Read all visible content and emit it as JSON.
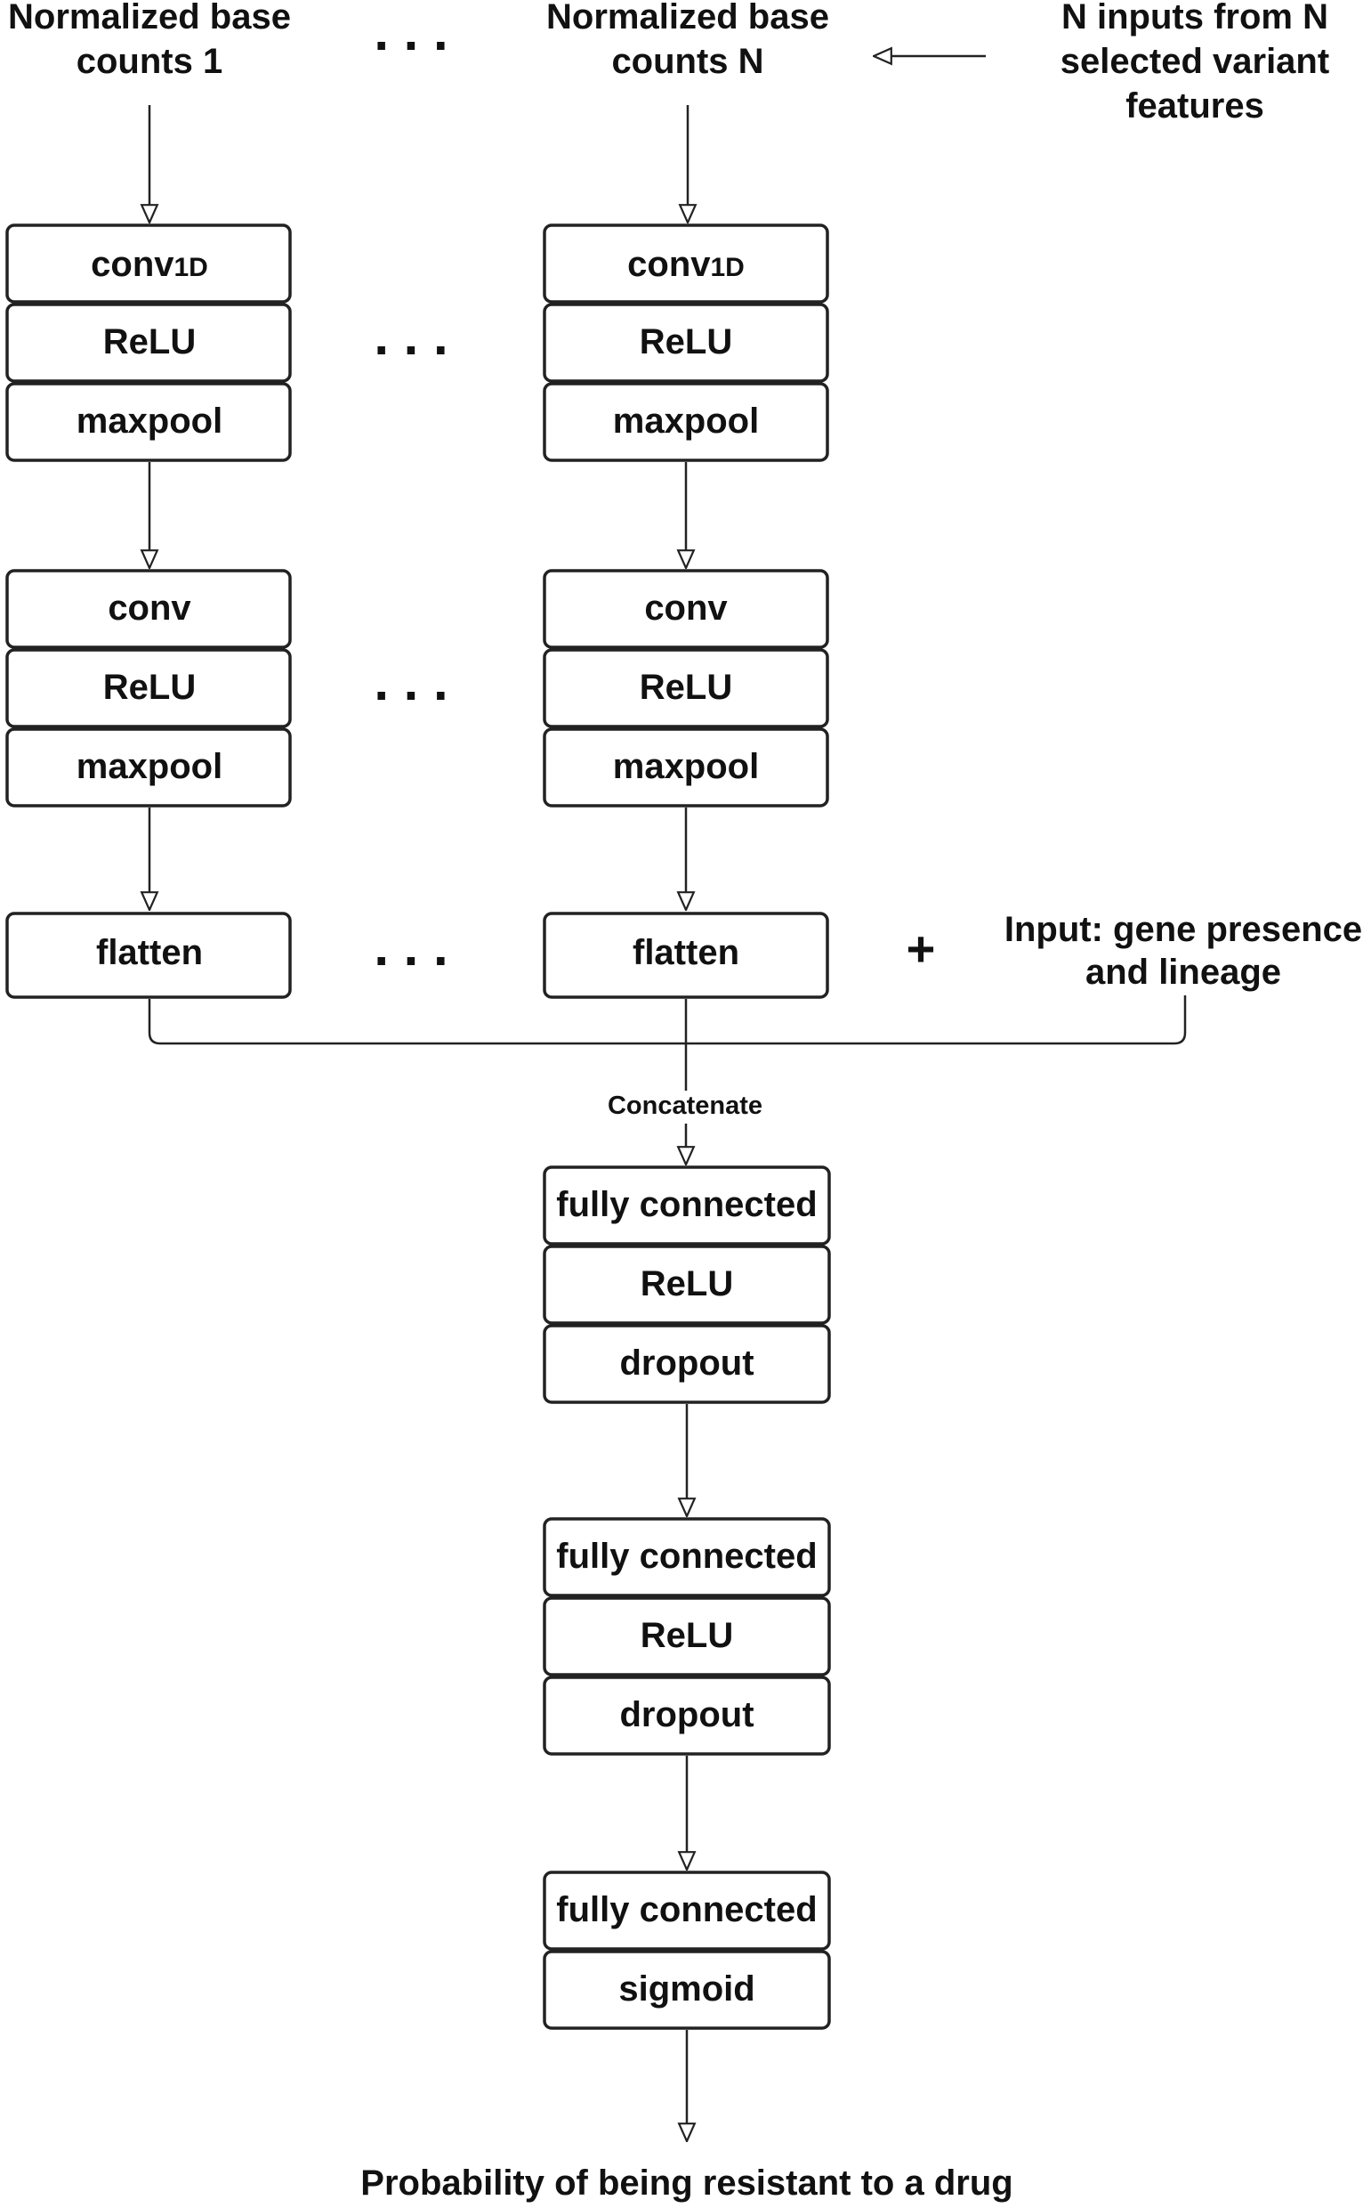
{
  "header": {
    "left_input": [
      "Normalized base",
      "counts 1"
    ],
    "right_input": [
      "Normalized base",
      "counts N"
    ],
    "side_note": [
      "N inputs from N",
      "selected variant",
      "features"
    ]
  },
  "ellipsis": ". . .",
  "stage1": {
    "conv": "conv",
    "conv_sub": "1D",
    "relu": "ReLU",
    "pool": "maxpool"
  },
  "stage2": {
    "conv": "conv",
    "relu": "ReLU",
    "pool": "maxpool"
  },
  "flatten": "flatten",
  "plus": "+",
  "extra_input": [
    "Input: gene presence",
    "and lineage"
  ],
  "concat": "Concatenate",
  "dense1": {
    "fc": "fully connected",
    "relu": "ReLU",
    "drop": "dropout"
  },
  "dense2": {
    "fc": "fully connected",
    "relu": "ReLU",
    "drop": "dropout"
  },
  "dense3": {
    "fc": "fully connected",
    "act": "sigmoid"
  },
  "output": "Probability of being resistant to a drug"
}
